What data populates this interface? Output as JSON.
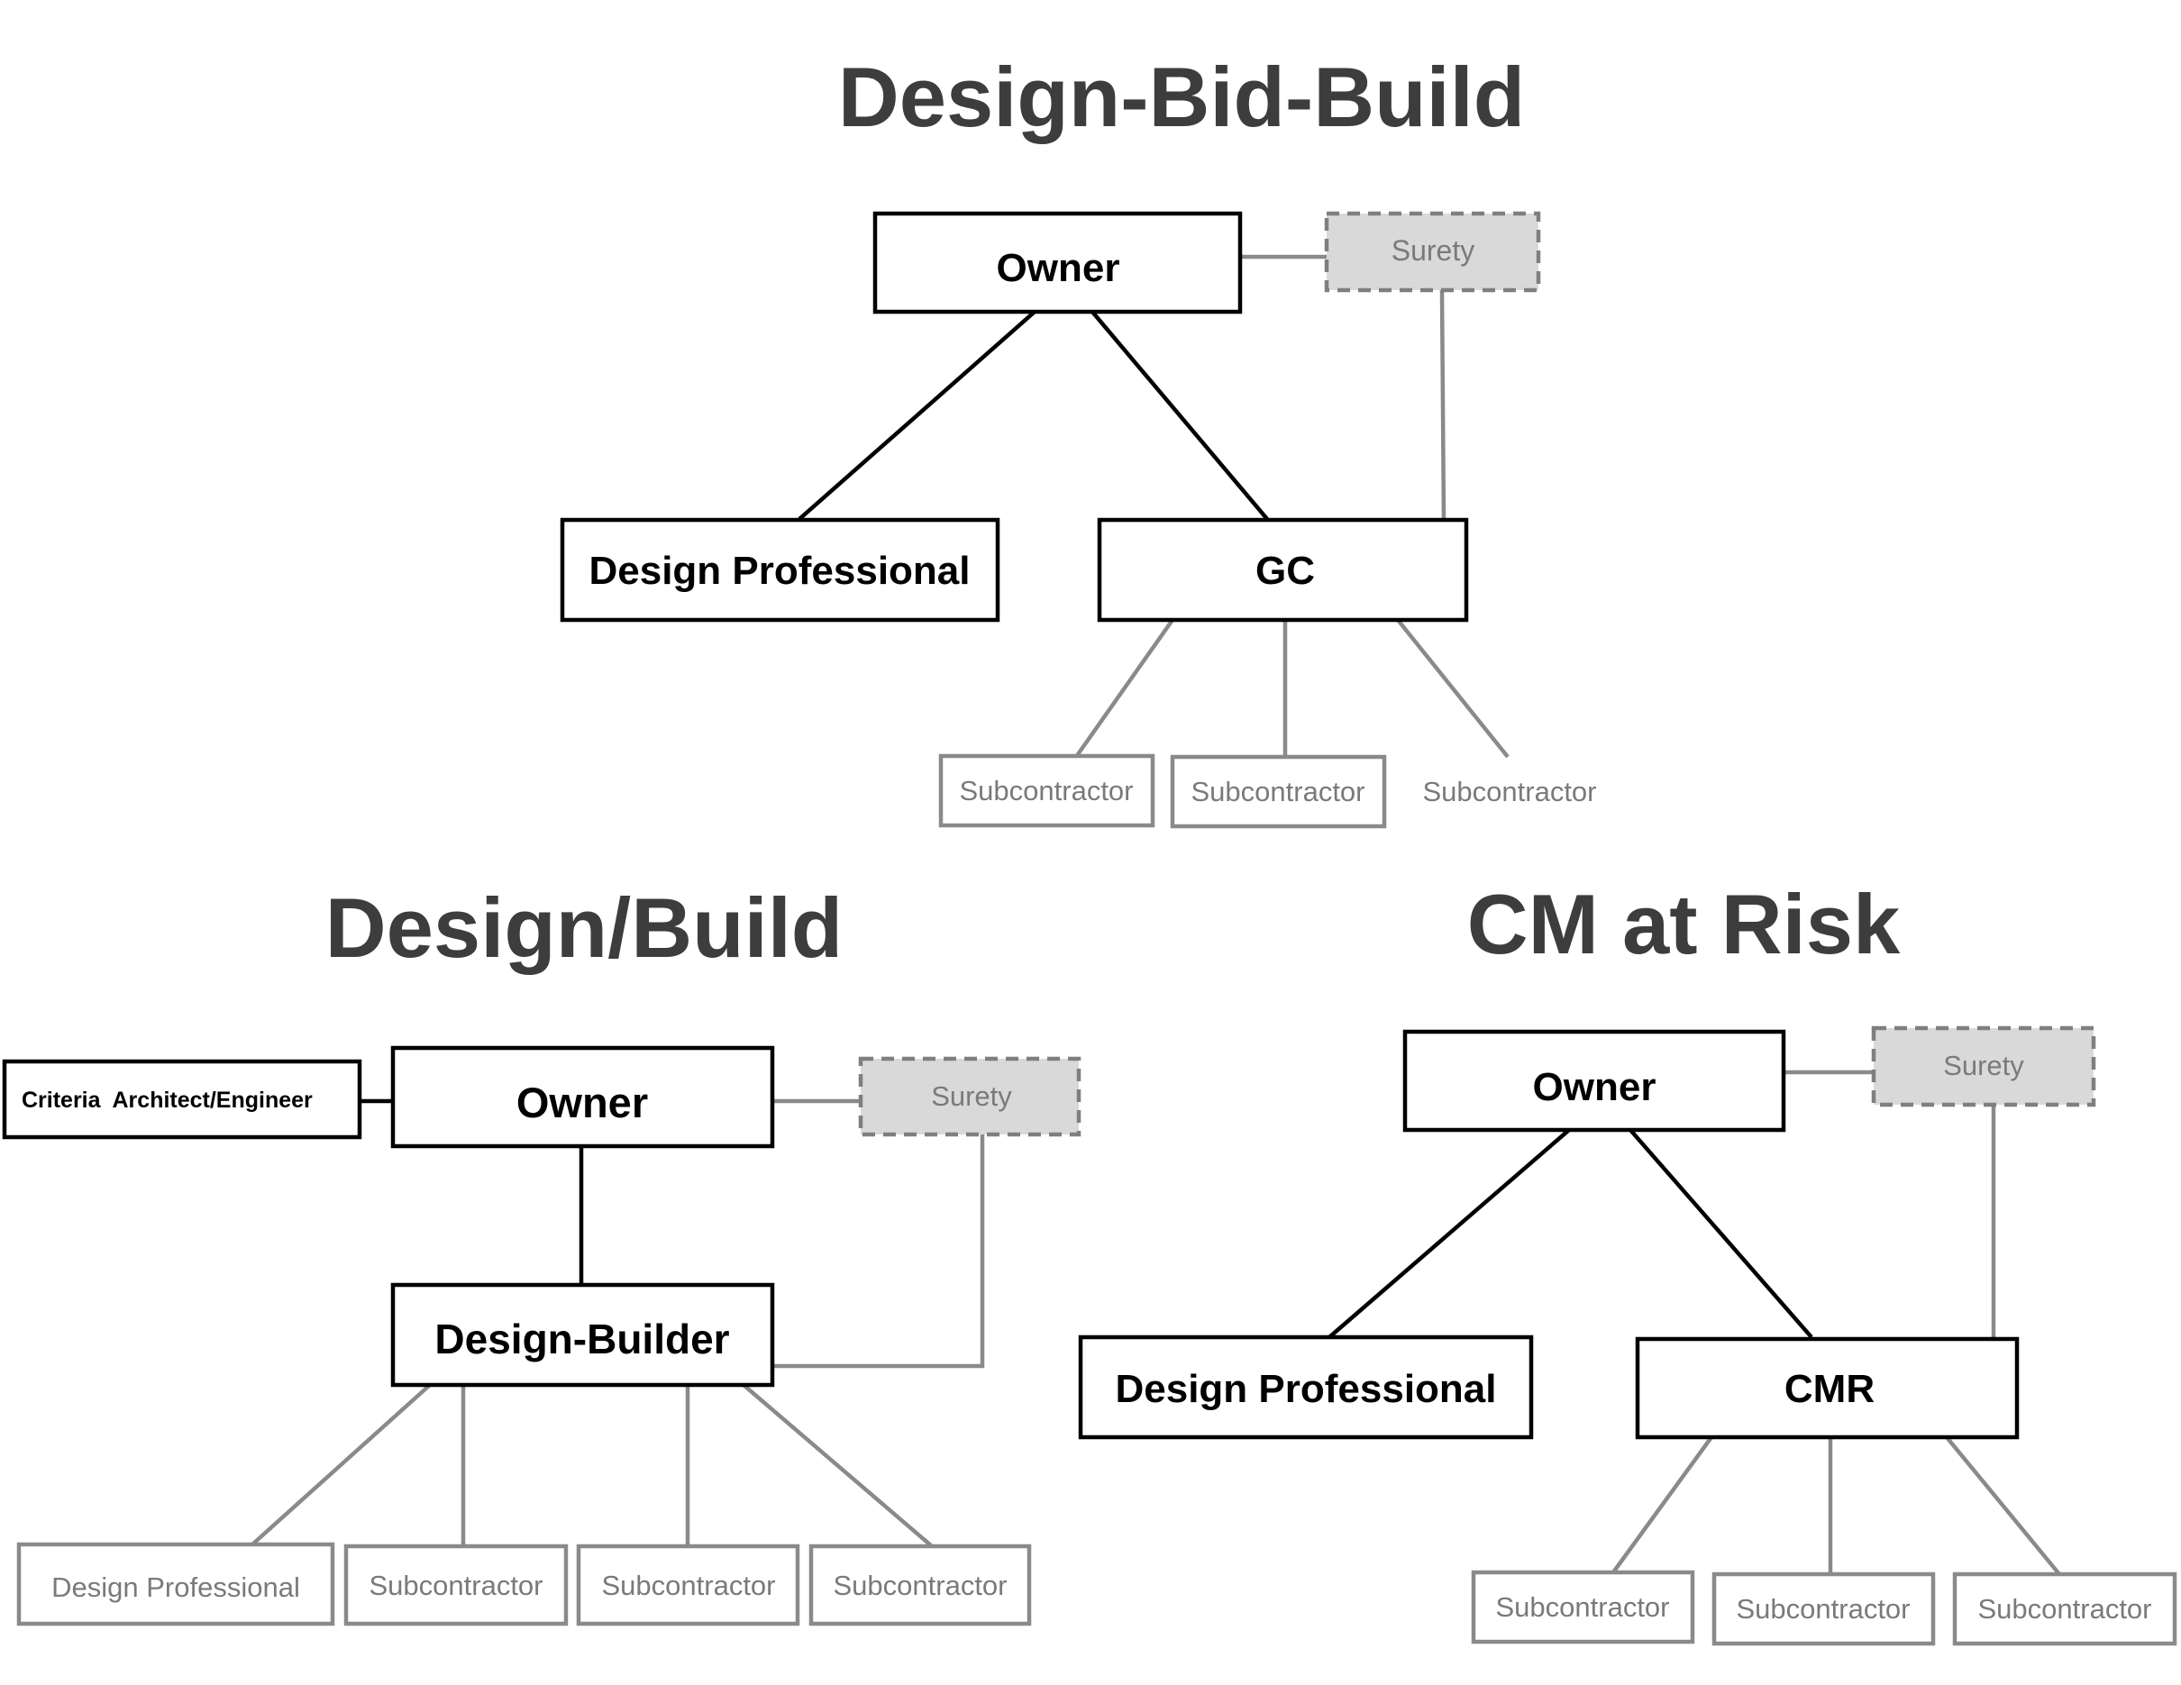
{
  "diagrams": {
    "dbb": {
      "title": "Design-Bid-Build",
      "owner": "Owner",
      "surety": "Surety",
      "design_professional": "Design Professional",
      "contractor": "GC",
      "subcontractors": [
        "Subcontractor",
        "Subcontractor",
        "Subcontractor"
      ]
    },
    "db": {
      "title": "Design/Build",
      "criteria": "Criteria  Architect/Engineer",
      "owner": "Owner",
      "surety": "Surety",
      "design_builder": "Design-Builder",
      "design_professional": "Design Professional",
      "subcontractors": [
        "Subcontractor",
        "Subcontractor",
        "Subcontractor"
      ]
    },
    "cmr": {
      "title": "CM at Risk",
      "owner": "Owner",
      "surety": "Surety",
      "design_professional": "Design Professional",
      "contractor": "CMR",
      "subcontractors": [
        "Subcontractor",
        "Subcontractor",
        "Subcontractor"
      ]
    }
  }
}
